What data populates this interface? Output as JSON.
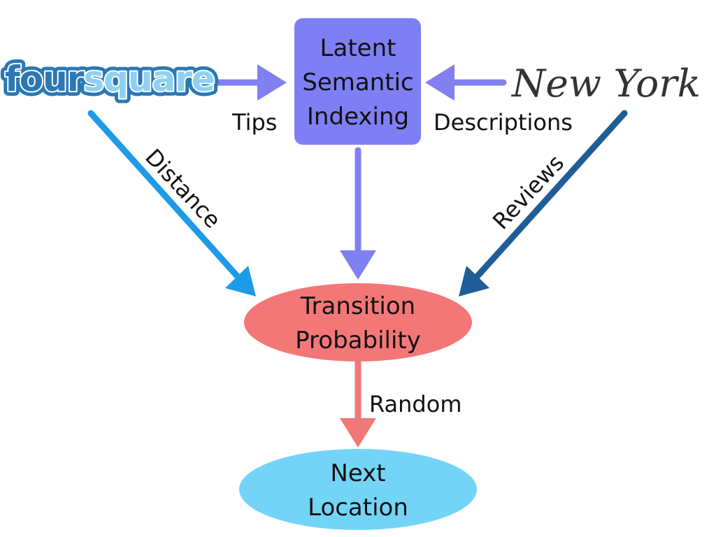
{
  "sources": {
    "foursquare": {
      "part1": "four",
      "part2": "square"
    },
    "nyt": {
      "part1": "New",
      "part2": "York"
    }
  },
  "nodes": {
    "lsi": {
      "lines": [
        "Latent",
        "Semantic",
        "Indexing"
      ]
    },
    "transition": {
      "lines": [
        "Transition",
        "Probability"
      ]
    },
    "next": {
      "lines": [
        "Next",
        "Location"
      ]
    }
  },
  "edges": {
    "tips": "Tips",
    "descriptions": "Descriptions",
    "distance": "Distance",
    "reviews": "Reviews",
    "random": "Random"
  },
  "colors": {
    "lsi_box": "#7f7ff5",
    "purple_arrow": "#8080f0",
    "transition_node": "#f47777",
    "random_arrow": "#f07878",
    "next_node": "#73d4f7",
    "distance_arrow": "#1e9be8",
    "reviews_arrow": "#1f5d96",
    "foursquare_blue": "#2b78b4",
    "foursquare_light": "#8fd0f5"
  }
}
